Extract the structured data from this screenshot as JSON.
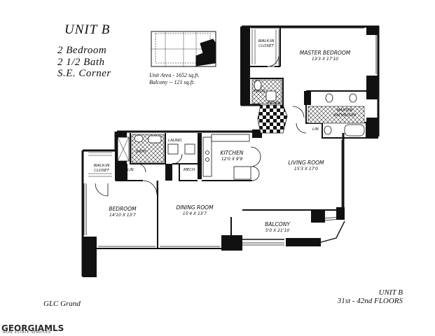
{
  "header": {
    "unit_title": "UNIT B",
    "bedrooms": "2 Bedroom",
    "baths": "2 1/2 Bath",
    "location": "S.E. Corner",
    "unit_area": "Unit Area - 1652 sq.ft.",
    "balcony_area": "Balcony -- 121 sq.ft."
  },
  "rooms": {
    "master_bedroom": {
      "label": "MASTER BEDROOM",
      "dims": "13'3 X 17'10"
    },
    "walk_in_closet_master": {
      "label": "WALK-IN CLOSET"
    },
    "pwdr": {
      "label": "PWDR"
    },
    "foyer": {
      "label": "FOYER"
    },
    "master_bathroom": {
      "label": "MASTER BATHROOM"
    },
    "lin_master": {
      "label": "LIN"
    },
    "living_room": {
      "label": "LIVING ROOM",
      "dims": "15'3 X 17'0"
    },
    "kitchen": {
      "label": "KITCHEN",
      "dims": "12'0 X 9'9"
    },
    "laund": {
      "label": "LAUND."
    },
    "mech": {
      "label": "MECH."
    },
    "bath": {
      "label": "BATH"
    },
    "walk_in_closet_bed": {
      "label": "WALK-IN CLOSET"
    },
    "lin_bed": {
      "label": "LIN"
    },
    "bedroom": {
      "label": "BEDROOM",
      "dims": "14'10 X 13'7"
    },
    "dining_room": {
      "label": "DINING ROOM",
      "dims": "15'4 X 13'7"
    },
    "balcony": {
      "label": "BALCONY",
      "dims": "5'0 X 21'10"
    }
  },
  "footer": {
    "unit": "UNIT B",
    "floors": "31st - 42nd FLOORS",
    "building": "GLC Grand"
  },
  "logo": {
    "text": "GEORGIAMLS",
    "subtext": "REAL ESTATE SERVICES"
  }
}
